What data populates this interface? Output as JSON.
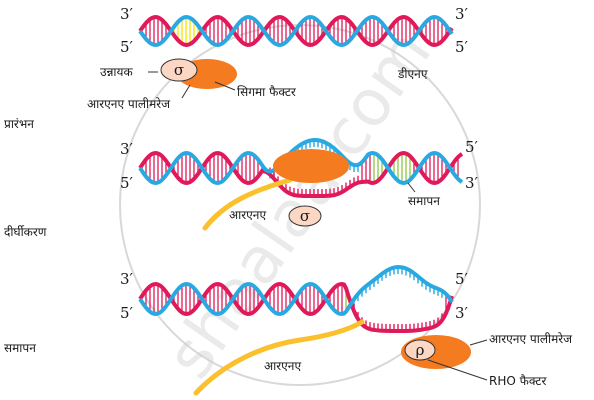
{
  "colors": {
    "strand_blue": "#29a9e1",
    "strand_red": "#e0195a",
    "promoter_yellow": "#f6e500",
    "terminator_green": "#8dc63f",
    "polymerase_orange": "#f47b20",
    "sigma_fill": "#fbd7c4",
    "rna_yellow": "#fbc02d"
  },
  "ends": {
    "three": "3′",
    "five": "5′"
  },
  "panels": {
    "initiation": {
      "stage_label": "प्रारंभन",
      "promoter": "उन्नायक",
      "sigma_symbol": "σ",
      "sigma_factor": "सिगमा फैक्टर",
      "polymerase": "आरएनए पालीमरेज",
      "dna": "डीएनए"
    },
    "elongation": {
      "stage_label": "दीर्घीकरण",
      "rna": "आरएनए",
      "sigma_symbol": "σ",
      "terminator": "समापन"
    },
    "termination": {
      "stage_label": "समापन",
      "rna": "आरएनए",
      "polymerase": "आरएनए पालीमरेज",
      "rho_symbol": "ρ",
      "rho_factor": "RHO फैक्टर"
    }
  },
  "watermark": "shaalaa.com"
}
